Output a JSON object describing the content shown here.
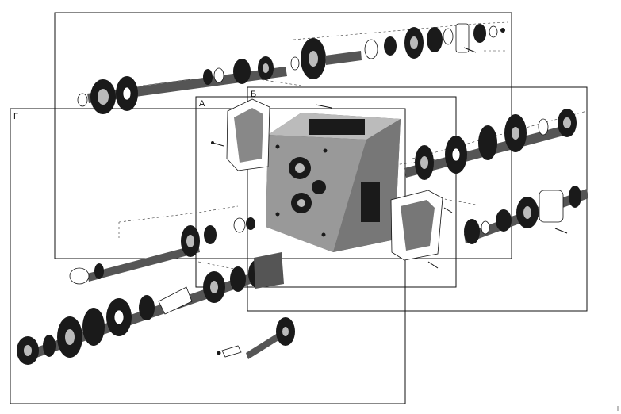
{
  "labels": {
    "group_a": "А",
    "group_b": "Б",
    "group_g": "Г"
  },
  "colors": {
    "ink": "#111111",
    "paper": "#ffffff"
  }
}
